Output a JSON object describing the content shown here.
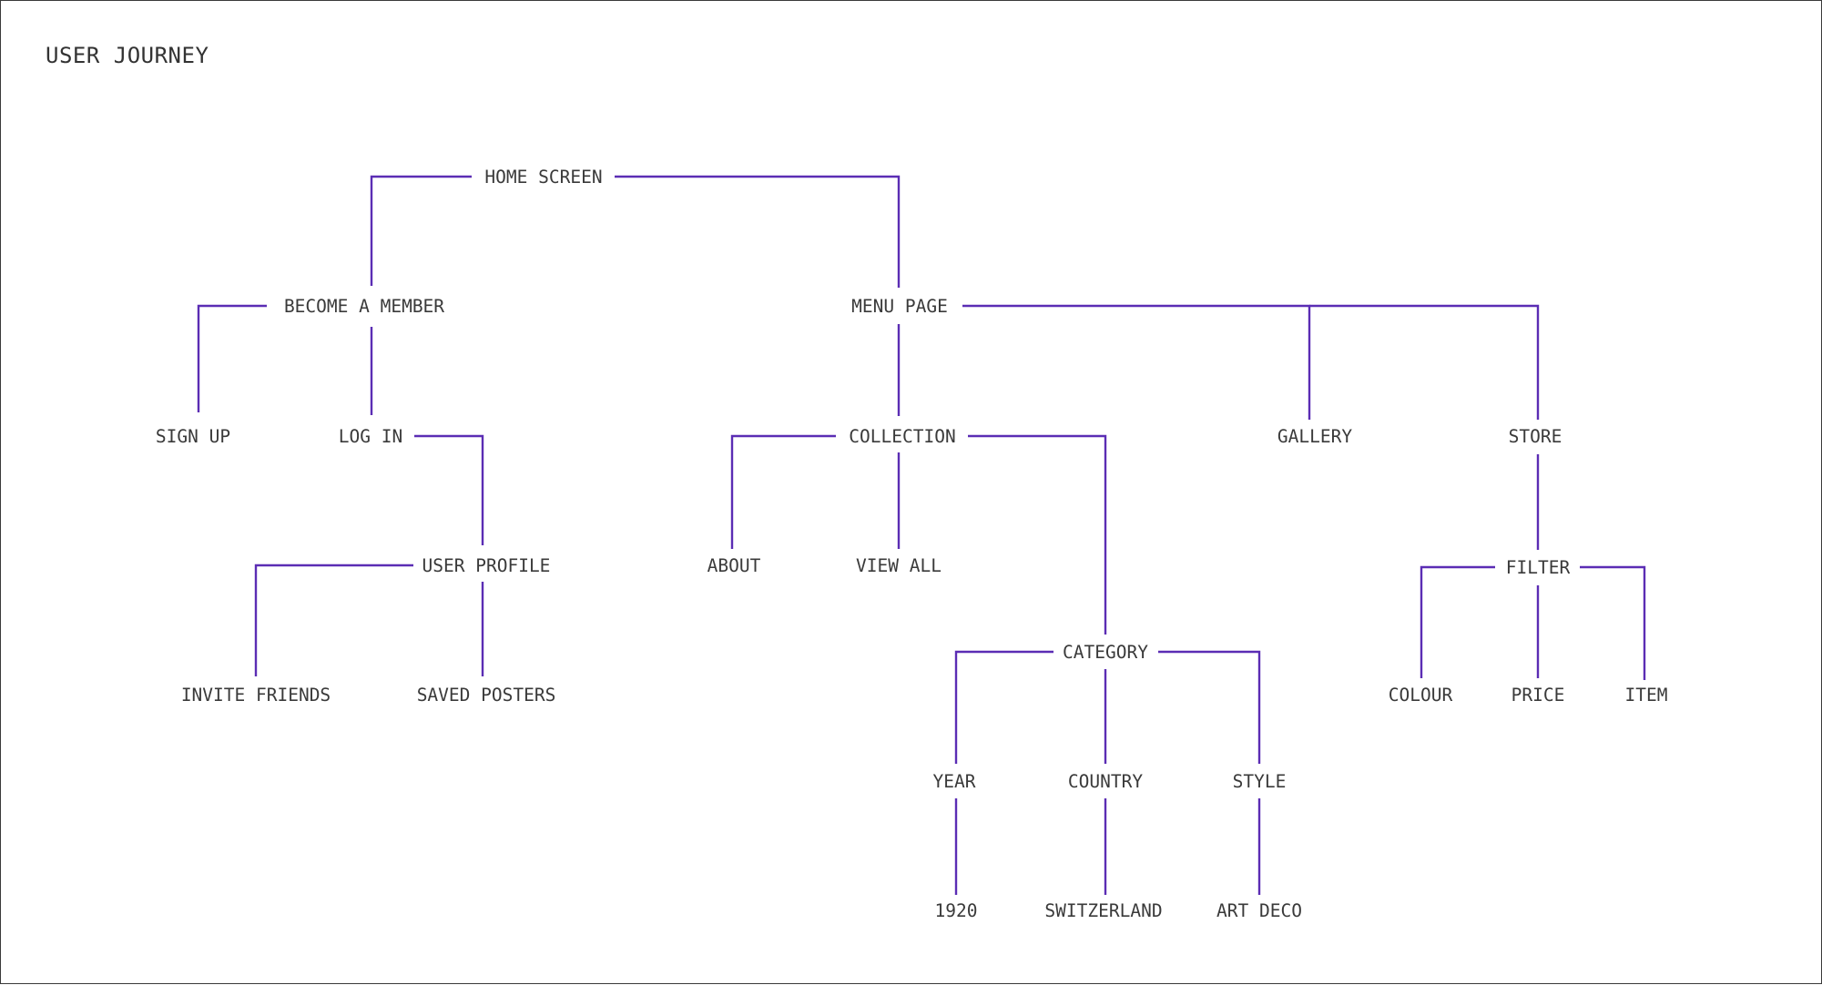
{
  "title": "USER JOURNEY",
  "colors": {
    "connector": "#5b2db4",
    "text": "#3a3a3a",
    "frame": "#3a3a3a"
  },
  "nodes": {
    "home_screen": "HOME SCREEN",
    "become_a_member": "BECOME A MEMBER",
    "menu_page": "MENU PAGE",
    "sign_up": "SIGN UP",
    "log_in": "LOG IN",
    "user_profile": "USER PROFILE",
    "invite_friends": "INVITE FRIENDS",
    "saved_posters": "SAVED POSTERS",
    "collection": "COLLECTION",
    "about": "ABOUT",
    "view_all": "VIEW ALL",
    "category": "CATEGORY",
    "year": "YEAR",
    "country": "COUNTRY",
    "style": "STYLE",
    "year_1920": "1920",
    "switzerland": "SWITZERLAND",
    "art_deco": "ART DECO",
    "gallery": "GALLERY",
    "store": "STORE",
    "filter": "FILTER",
    "colour": "COLOUR",
    "price": "PRICE",
    "item": "ITEM"
  },
  "edges": [
    [
      "home_screen",
      "become_a_member"
    ],
    [
      "home_screen",
      "menu_page"
    ],
    [
      "become_a_member",
      "sign_up"
    ],
    [
      "become_a_member",
      "log_in"
    ],
    [
      "log_in",
      "user_profile"
    ],
    [
      "user_profile",
      "invite_friends"
    ],
    [
      "user_profile",
      "saved_posters"
    ],
    [
      "menu_page",
      "collection"
    ],
    [
      "menu_page",
      "gallery"
    ],
    [
      "menu_page",
      "store"
    ],
    [
      "collection",
      "about"
    ],
    [
      "collection",
      "view_all"
    ],
    [
      "collection",
      "category"
    ],
    [
      "category",
      "year"
    ],
    [
      "category",
      "country"
    ],
    [
      "category",
      "style"
    ],
    [
      "year",
      "year_1920"
    ],
    [
      "country",
      "switzerland"
    ],
    [
      "style",
      "art_deco"
    ],
    [
      "store",
      "filter"
    ],
    [
      "filter",
      "colour"
    ],
    [
      "filter",
      "price"
    ],
    [
      "filter",
      "item"
    ]
  ]
}
